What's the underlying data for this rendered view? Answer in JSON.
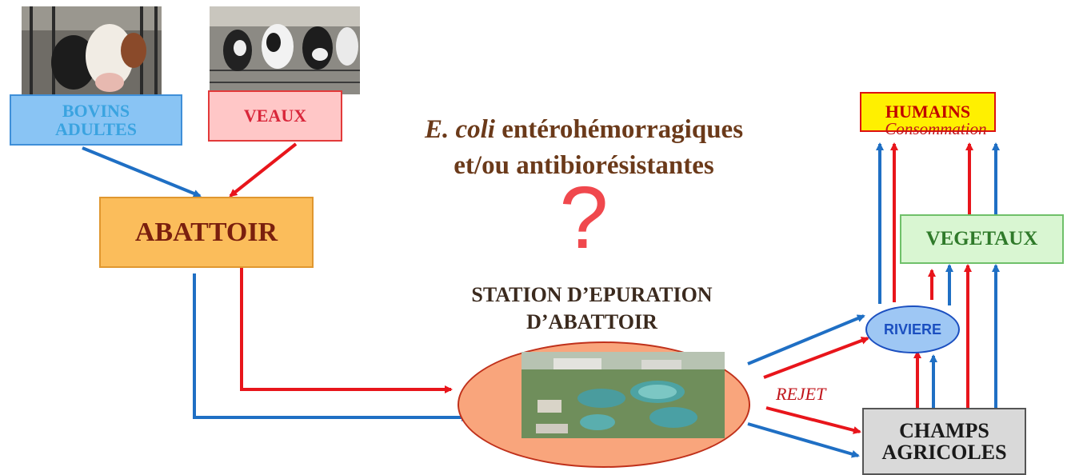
{
  "title": {
    "italic": "E. coli",
    "line1_rest": " entérohémorragiques",
    "line2": "et/ou antibiorésistantes"
  },
  "question_mark": "?",
  "nodes": {
    "bovins": "BOVINS ADULTES",
    "veaux": "VEAUX",
    "abattoir": "ABATTOIR",
    "station": "STATION D’EPURATION D’ABATTOIR",
    "riviere": "RIVIERE",
    "champs": "CHAMPS AGRICOLES",
    "vegetaux": "VEGETAUX",
    "humains": "HUMAINS"
  },
  "labels": {
    "consommation": "Consommation",
    "rejet": "REJET"
  },
  "icons": {
    "bovins_photo": "cows-photo",
    "veaux_photo": "calves-photo",
    "station_photo": "treatment-plant-photo"
  },
  "colors": {
    "blue_arrow": "#1f6fc4",
    "red_arrow": "#e8151b",
    "bovins_fill": "#89c4f4",
    "bovins_text": "#3aa3e0",
    "veaux_fill": "#ffc7c7",
    "veaux_text": "#d9263a",
    "abattoir_fill": "#fbbd5b",
    "abattoir_text": "#7a1f0e",
    "station_fill": "#f9a57c",
    "riviere_fill": "#9ec7f4",
    "riviere_text": "#1b4fc0",
    "champs_fill": "#d9d9d9",
    "vegetaux_fill": "#d9f6d2",
    "vegetaux_text": "#2f7a2a",
    "humains_fill": "#fff000",
    "humains_text": "#c00000",
    "title_brown": "#6b3a1a",
    "question_red": "#f0484d"
  }
}
